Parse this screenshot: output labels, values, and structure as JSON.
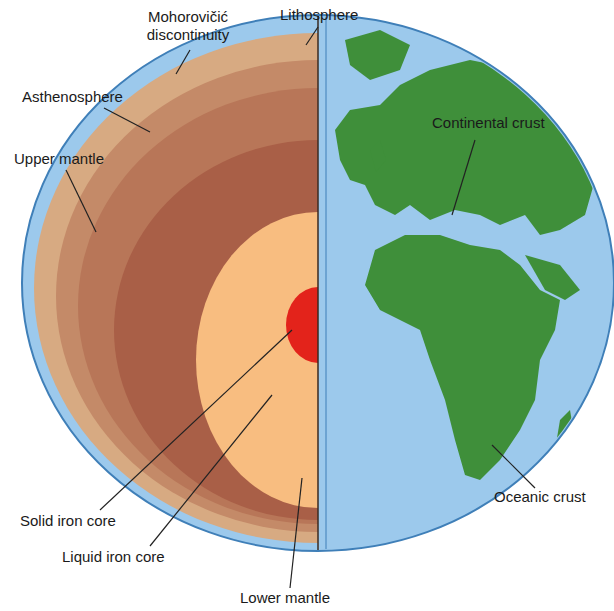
{
  "diagram": {
    "labels": [
      "Mohorovičić discontinuity",
      "Lithosphere",
      "Asthenosphere",
      "Continental crust",
      "Upper mantle",
      "Solid iron core",
      "Oceanic crust",
      "Liquid iron core",
      "Lower mantle"
    ]
  }
}
